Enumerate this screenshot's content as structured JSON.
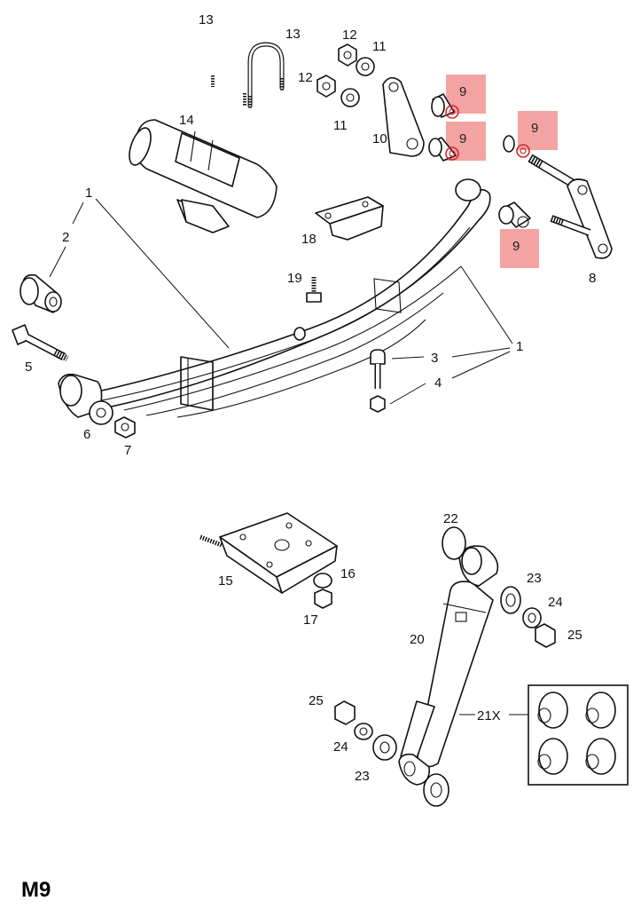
{
  "diagram": {
    "title": "M9",
    "colors": {
      "highlight": "#f4a3a3",
      "highlight_ring": "#d0282e",
      "ink": "#111111"
    },
    "labels": {
      "l1_left": "1",
      "l1_right": "1",
      "l2": "2",
      "l3": "3",
      "l4": "4",
      "l5": "5",
      "l6": "6",
      "l7": "7",
      "l8": "8",
      "l9_a": "9",
      "l9_b": "9",
      "l9_c": "9",
      "l9_d": "9",
      "l10": "10",
      "l11_a": "11",
      "l11_b": "11",
      "l12_a": "12",
      "l12_b": "12",
      "l13_a": "13",
      "l13_b": "13",
      "l14": "14",
      "l15": "15",
      "l16": "16",
      "l17": "17",
      "l18": "18",
      "l19": "19",
      "l20": "20",
      "l21": "21X",
      "l22": "22",
      "l23_a": "23",
      "l23_b": "23",
      "l24_a": "24",
      "l24_b": "24",
      "l25_a": "25",
      "l25_b": "25"
    }
  }
}
